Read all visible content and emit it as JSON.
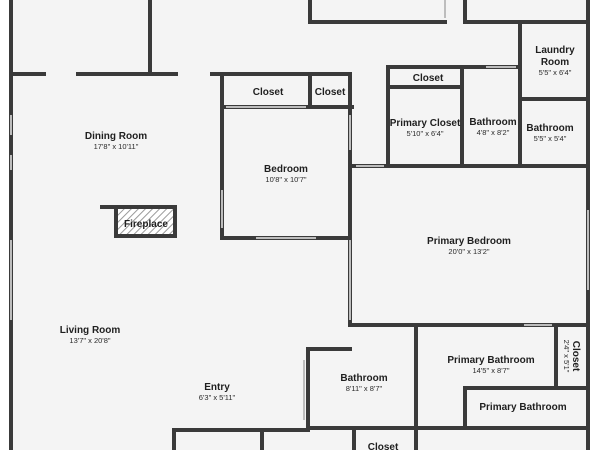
{
  "colors": {
    "background": "#ffffff",
    "floor": "#f4f4f4",
    "wall": "#3a3a3a",
    "window": "#bdbdbd",
    "label": "#1f1f1f"
  },
  "rooms": [
    {
      "key": "dining",
      "name": "Dining Room",
      "dims": "17'8\" x 10'11\""
    },
    {
      "key": "living",
      "name": "Living Room",
      "dims": "13'7\" x 20'8\""
    },
    {
      "key": "entry",
      "name": "Entry",
      "dims": "6'3\" x 5'11\""
    },
    {
      "key": "bedroom",
      "name": "Bedroom",
      "dims": "10'8\" x 10'7\""
    },
    {
      "key": "closet_a",
      "name": "Closet",
      "dims": ""
    },
    {
      "key": "closet_b",
      "name": "Closet",
      "dims": ""
    },
    {
      "key": "closet_c",
      "name": "Closet",
      "dims": ""
    },
    {
      "key": "primary_closet",
      "name": "Primary Closet",
      "dims": "5'10\" x 6'4\""
    },
    {
      "key": "bathroom_1",
      "name": "Bathroom",
      "dims": "4'8\" x 8'2\""
    },
    {
      "key": "bathroom_2",
      "name": "Bathroom",
      "dims": "5'5\" x 5'4\""
    },
    {
      "key": "laundry",
      "name": "Laundry Room",
      "dims": "5'5\" x 6'4\""
    },
    {
      "key": "primary_bedroom",
      "name": "Primary Bedroom",
      "dims": "20'0\" x 13'2\""
    },
    {
      "key": "bathroom_3",
      "name": "Bathroom",
      "dims": "8'11\" x 8'7\""
    },
    {
      "key": "primary_bathroom",
      "name": "Primary Bathroom",
      "dims": "14'5\" x 8'7\""
    },
    {
      "key": "primary_bathroom_2",
      "name": "Primary Bathroom",
      "dims": ""
    },
    {
      "key": "closet_vertical",
      "name": "Closet",
      "dims": "2'4\" x 5'1\""
    },
    {
      "key": "closet_bottom",
      "name": "Closet",
      "dims": ""
    }
  ],
  "fireplace": {
    "name": "Fireplace"
  }
}
